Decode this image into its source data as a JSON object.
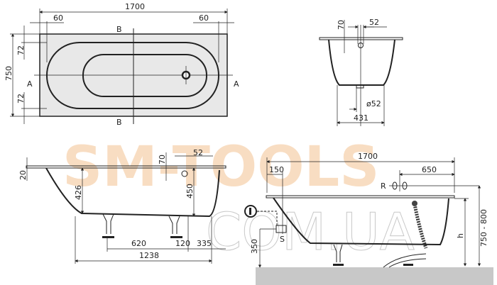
{
  "watermark": {
    "line1": "SM-TOOLS",
    "line2": "COM.UA"
  },
  "top_view": {
    "length": "1700",
    "width": "750",
    "rim_left": "60",
    "rim_right": "60",
    "rim_top": "72",
    "rim_bottom": "72",
    "section_a": "A",
    "section_b": "B"
  },
  "cross_section": {
    "overflow_depth": "70",
    "overflow_dia": "52",
    "drain_dia": "ø52",
    "bottom_width": "431"
  },
  "side_view": {
    "rim_height": "20",
    "depth_left": "426",
    "depth_right": "450",
    "overflow_depth": "70",
    "overflow_dia": "52",
    "leg_spacing": "620",
    "leg_offset": "120",
    "drain_offset": "335",
    "bottom_length": "1238"
  },
  "install_view": {
    "length": "1700",
    "drain_offset": "150",
    "tap_offset": "650",
    "tap_label": "R",
    "siphon_label": "S",
    "siphon_height": "350",
    "height_label": "h",
    "total_height": "750 - 800"
  }
}
